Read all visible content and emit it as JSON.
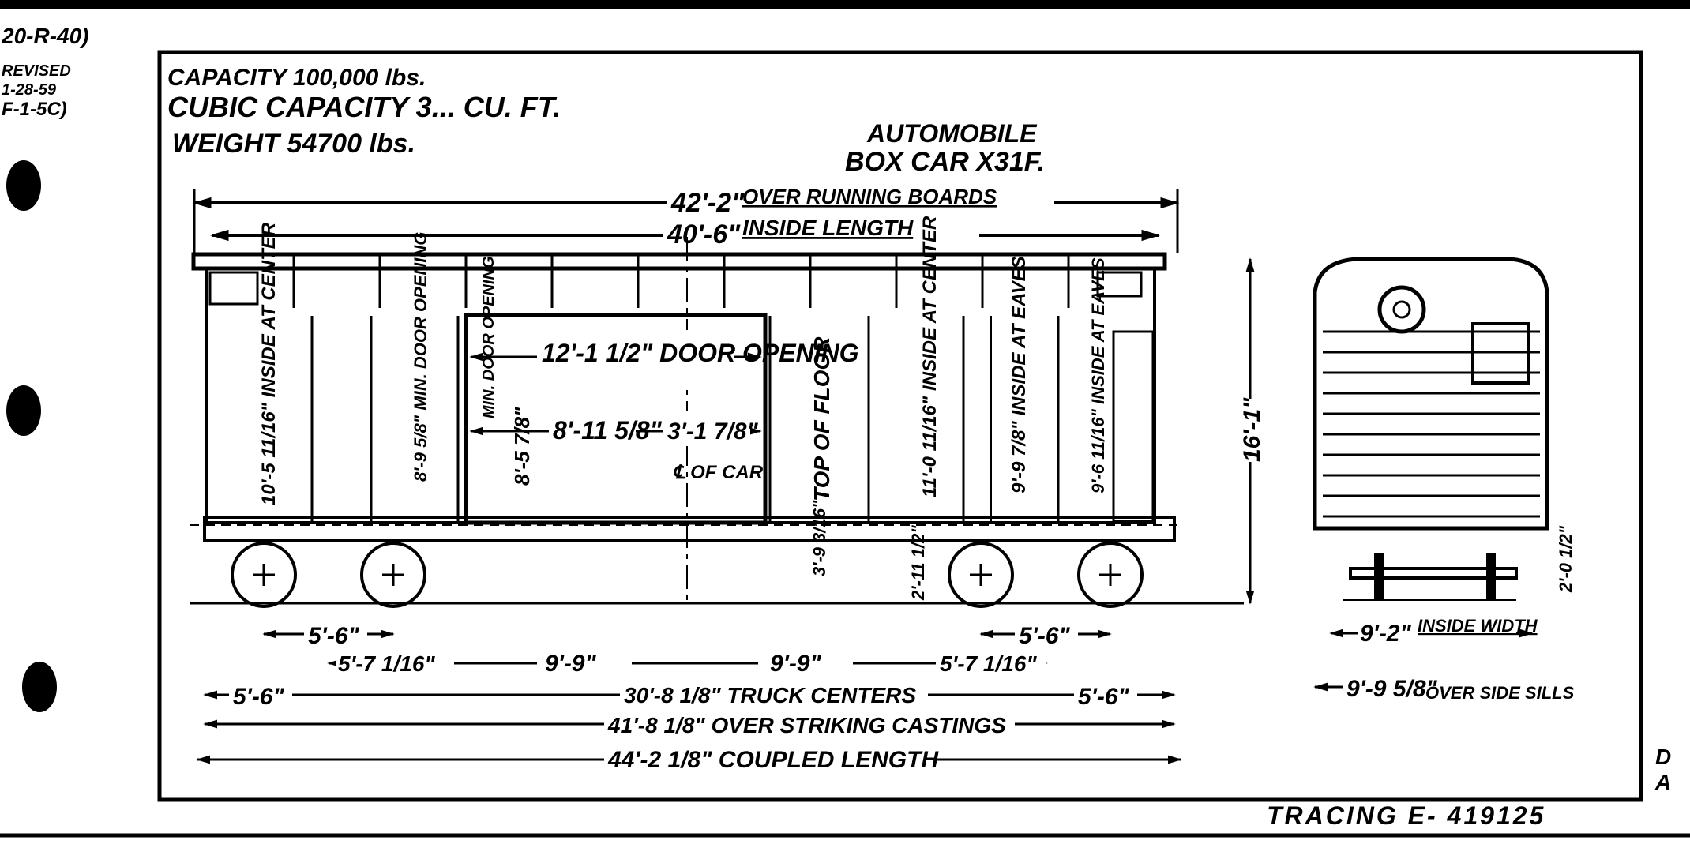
{
  "margin_notes": [
    "20-R-40)",
    "REVISED",
    "1-28-59",
    "F-1-5C)"
  ],
  "specs": {
    "capacity": "CAPACITY 100,000 lbs.",
    "cubic_capacity": "CUBIC CAPACITY 3... CU. FT.",
    "weight": "WEIGHT 54700 lbs."
  },
  "title": {
    "line1": "AUTOMOBILE",
    "line2": "BOX CAR  X31F."
  },
  "length_dims": {
    "running_boards": {
      "value": "42'-2\"",
      "label": "OVER RUNNING BOARDS"
    },
    "inside_length": {
      "value": "40'-6\"",
      "label": "INSIDE LENGTH"
    }
  },
  "vertical_dims": {
    "inside_center": "10'-5 11/16\" INSIDE AT CENTER",
    "min_door_1": "8'-9 5/8\" MIN. DOOR OPENING",
    "min_door_label": "MIN. DOOR OPENING",
    "min_door_2": "8'-5 7/8\"",
    "top_of_floor": "TOP OF FLOOR",
    "inside_center_2": "11'-0 11/16\" INSIDE AT CENTER",
    "inside_eaves": "9'-9 7/8\" INSIDE AT EAVES",
    "inside_eaves_2": "9'-6 11/16\" INSIDE AT EAVES",
    "overall_height": "16'-1\"",
    "floor_height": "3'-9 3/16\"",
    "sill_height": "2'-11 1/2\"",
    "end_sill_height": "2'-0 1/2\""
  },
  "door": {
    "opening": "12'-1 1/2\" DOOR OPENING",
    "left": "8'-11 5/8\"",
    "right": "3'-1 7/8\"",
    "centerline": "℄ OF CAR"
  },
  "bottom_dims": {
    "wheelbase_left": "5'-6\"",
    "wheelbase_right": "5'-6\"",
    "offset_left": "5'-7 1/16\"",
    "half_left": "9'-9\"",
    "half_right": "9'-9\"",
    "offset_right": "5'-7 1/16\"",
    "overhang_left": "5'-6\"",
    "overhang_right": "5'-6\"",
    "truck_centers": "30'-8 1/8\" TRUCK CENTERS",
    "striking_castings": "41'-8 1/8\" OVER STRIKING CASTINGS",
    "coupled_length": "44'-2 1/8\" COUPLED LENGTH"
  },
  "end_view": {
    "inside_width": {
      "value": "9'-2\"",
      "label": "INSIDE WIDTH"
    },
    "side_sills": {
      "value": "9'-9 5/8\"",
      "label": "OVER SIDE SILLS"
    }
  },
  "footer": {
    "tracing": "TRACING E- 419125",
    "corner_1": "D",
    "corner_2": "A"
  }
}
